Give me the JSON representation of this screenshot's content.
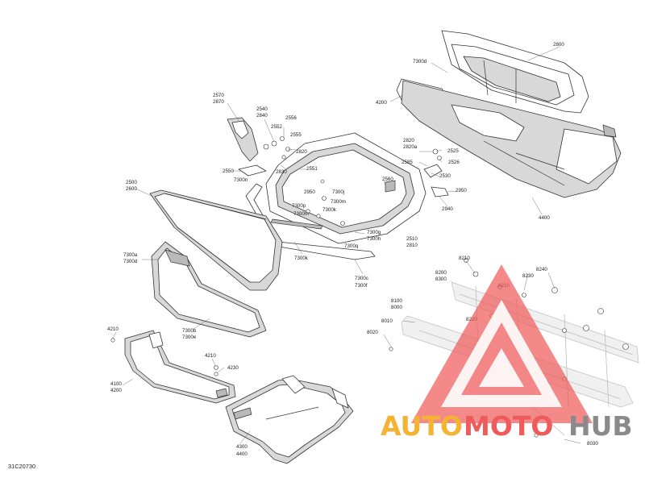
{
  "diagram_id": "31C20730",
  "watermark": {
    "text_part1": "AUTO",
    "text_part2": "MOTO",
    "text_part3": "HUB",
    "color_orange": "#f5b335",
    "color_red": "#ef5b5b",
    "color_gray": "#8a8a8a"
  },
  "labels": {
    "l2800": "2800",
    "l7300d_top": "7300d",
    "l4200_top": "4200",
    "l2570": "2570",
    "l2870": "2870",
    "l2540": "2540",
    "l2840": "2840",
    "l2556": "2556",
    "l2552": "2552",
    "l2555": "2555",
    "l2820_mid": "2820",
    "l2551": "2551",
    "l2550": "2550",
    "l2830": "2830",
    "l2820": "2820",
    "l2820a": "2820a",
    "l2525": "2525",
    "l2526": "2526",
    "l2585": "2585",
    "l2530": "2530",
    "l2560": "2560",
    "l2950": "2950",
    "l2940": "2940",
    "l4400_top": "4400",
    "l7300n": "7300n",
    "l2950b": "2950",
    "l7300j": "7300j",
    "l7300m": "7300m",
    "l7300p": "7300p",
    "l7300m2": "7300m",
    "l7300k2": "7300k",
    "l2500": "2500",
    "l2600": "2600",
    "l7300g": "7300g",
    "l7300h": "7300h",
    "l2510": "2510",
    "l2810": "2810",
    "l7300q": "7300q",
    "l7300k": "7300k",
    "l7300c": "7300c",
    "l7300f": "7300f",
    "l7300a": "7300a",
    "l7300d_mid": "7300d",
    "l7300b": "7300b",
    "l7300e": "7300e",
    "l4210_left": "4210",
    "l4210": "4210",
    "l4230": "4230",
    "l4100": "4100",
    "l4200": "4200",
    "l4300": "4300",
    "l4400": "4400",
    "l8210": "8210",
    "l8200": "8200",
    "l8300": "8300",
    "l8240": "8240",
    "l8210b": "8210",
    "l8230": "8230",
    "l8100": "8100",
    "l8000": "8000",
    "l8010": "8010",
    "l8020": "8020",
    "l8220": "8220",
    "l8030": "8030"
  }
}
